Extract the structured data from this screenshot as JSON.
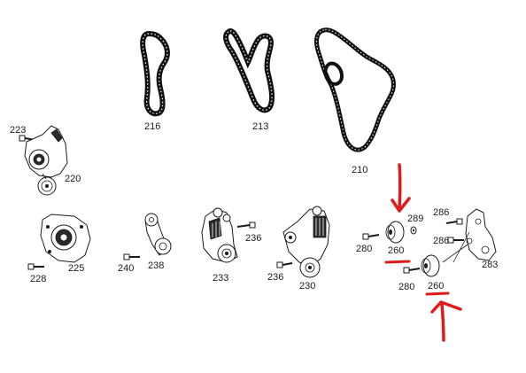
{
  "diagram": {
    "parts": [
      {
        "id": "belt-216",
        "label": "216"
      },
      {
        "id": "belt-213",
        "label": "213"
      },
      {
        "id": "belt-210",
        "label": "210"
      },
      {
        "id": "bolt-223",
        "label": "223"
      },
      {
        "id": "tensioner-220",
        "label": "220"
      },
      {
        "id": "pump-225",
        "label": "225"
      },
      {
        "id": "bolt-228",
        "label": "228"
      },
      {
        "id": "bolt-240",
        "label": "240"
      },
      {
        "id": "tensioner-238",
        "label": "238"
      },
      {
        "id": "tensioner-233",
        "label": "233"
      },
      {
        "id": "bolt-236a",
        "label": "236"
      },
      {
        "id": "bolt-236b",
        "label": "236"
      },
      {
        "id": "tensioner-230",
        "label": "230"
      },
      {
        "id": "bolt-280a",
        "label": "280"
      },
      {
        "id": "pulley-260a",
        "label": "260"
      },
      {
        "id": "washer-289",
        "label": "289"
      },
      {
        "id": "bolt-280b",
        "label": "280"
      },
      {
        "id": "pulley-260b",
        "label": "260"
      },
      {
        "id": "bolt-286a",
        "label": "286"
      },
      {
        "id": "bolt-286b",
        "label": "286"
      },
      {
        "id": "bracket-283",
        "label": "283"
      }
    ],
    "highlight_color": "#e01b1b",
    "line_color": "#1a1a1a"
  }
}
